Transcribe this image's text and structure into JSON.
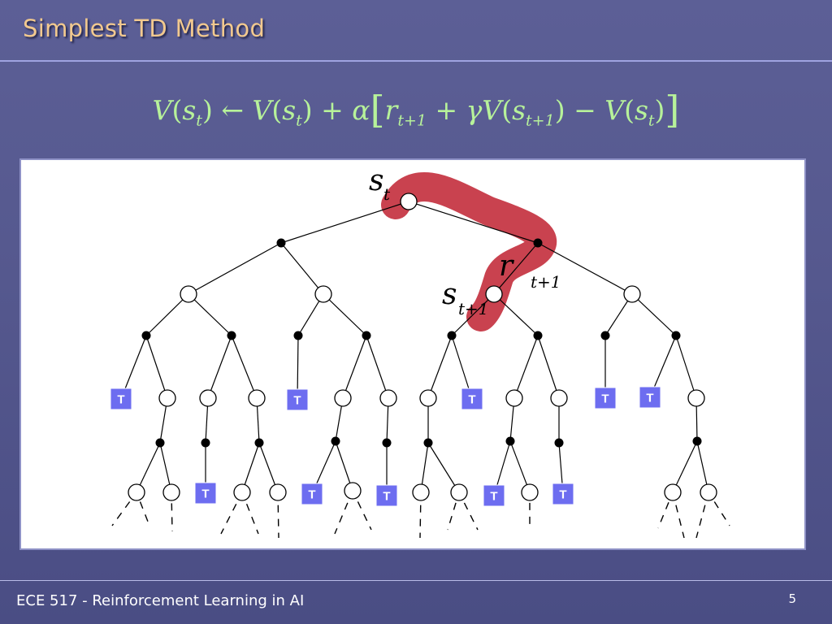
{
  "slide": {
    "title": "Simplest TD Method",
    "footer": "ECE 517 - Reinforcement Learning in AI",
    "page_number": "5"
  },
  "formula": {
    "V": "V",
    "s": "s",
    "t": "t",
    "t1": "t+1",
    "arrow": "←",
    "plus": "+",
    "minus": "−",
    "alpha": "α",
    "gamma": "γ",
    "r": "r",
    "lparen": "(",
    "rparen": ")",
    "lbracket": "[",
    "rbracket": "]"
  },
  "diagram": {
    "terminal_label": "T",
    "labels": {
      "s": "s",
      "r": "r",
      "sub_t": "t",
      "sub_t1": "t+1"
    },
    "colors": {
      "highlight": "#c9424f",
      "terminal_fill": "#6d6df0",
      "line": "#000000",
      "state_fill": "#ffffff",
      "action_fill": "#000000"
    }
  }
}
